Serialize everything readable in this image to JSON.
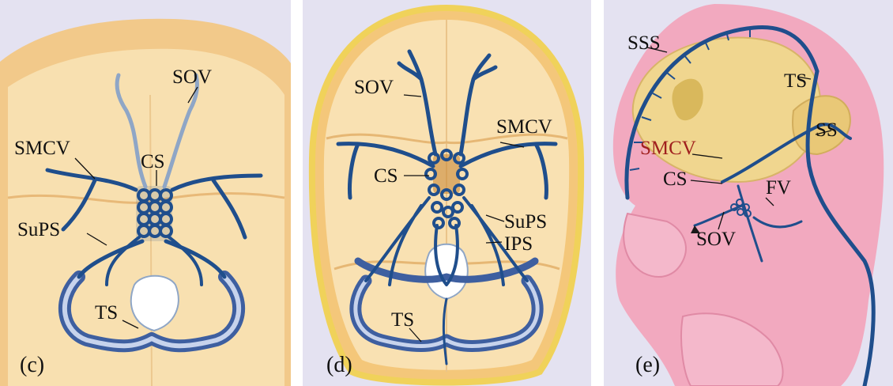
{
  "figure": {
    "panels": [
      {
        "id": "c",
        "letter": "(c)",
        "labels": {
          "sov": "SOV",
          "smcv": "SMCV",
          "cs": "CS",
          "sups": "SuPS",
          "ts": "TS"
        }
      },
      {
        "id": "d",
        "letter": "(d)",
        "labels": {
          "sov": "SOV",
          "smcv": "SMCV",
          "cs": "CS",
          "sups": "SuPS",
          "ips": "IPS",
          "ts": "TS"
        }
      },
      {
        "id": "e",
        "letter": "(e)",
        "labels": {
          "sss": "SSS",
          "ts": "TS",
          "ss": "SS",
          "smcv": "SMCV",
          "cs": "CS",
          "fv": "FV",
          "sov": "SOV"
        }
      }
    ]
  },
  "colors": {
    "panel_background": "#e4e2f1",
    "skull_outer": "#f3cf8f",
    "skull_inner": "#f8e2b6",
    "vein": "#1f4e8c",
    "sinus_highlight": "#c7d3ec",
    "fetus_skin": "#f2a9bf",
    "brain": "#f0d68f",
    "smcv_label": "#a0201e"
  }
}
